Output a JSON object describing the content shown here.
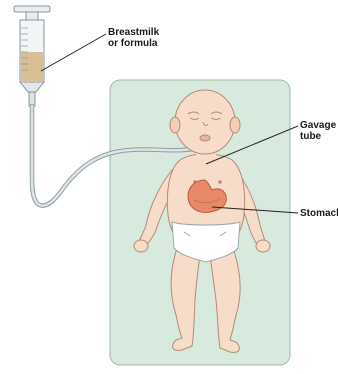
{
  "labels": {
    "milk_line1": "Breastmilk",
    "milk_line2": "or formula",
    "tube_line1": "Gavage",
    "tube_line2": "tube",
    "stomach": "Stomach"
  },
  "colors": {
    "panel": "#d8eadd",
    "skin": "#f6dcc9",
    "skin_shade": "#e9bfa7",
    "stomach": "#e88a68",
    "milk": "#d9bf95",
    "tube": "#c9d3d6",
    "diaper": "#ffffff"
  }
}
